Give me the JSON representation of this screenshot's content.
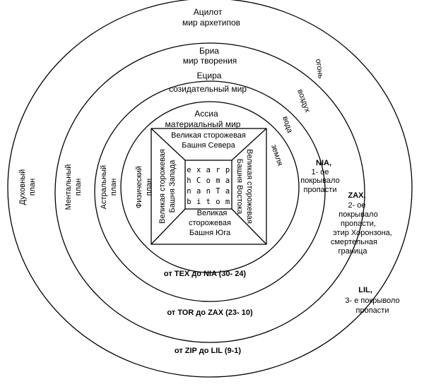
{
  "rings": {
    "atziluth": {
      "title": "Ацилот",
      "subtitle": "мир архетипов",
      "side_label": "огонь",
      "plane": "Духовный план"
    },
    "briah": {
      "title": "Бриа",
      "subtitle": "мир творения",
      "side_label": "воздух",
      "plane": "Ментальный план"
    },
    "yetzirah": {
      "title": "Ецира",
      "subtitle": "созидательный мир",
      "side_label": "вода",
      "plane": "Астральный план"
    },
    "assiah": {
      "title": "Ассиа",
      "subtitle": "материальный мир",
      "side_label": "земля",
      "plane": "Физический план"
    }
  },
  "towers": {
    "north": [
      "Великая сторожевая",
      "Башня Севера"
    ],
    "east": [
      "Великая сторожевая",
      "Башня Востока"
    ],
    "south": [
      "Великая",
      "сторожевая",
      "Башня Юга"
    ],
    "west": [
      "Великая сторожевая",
      "Башня Запада"
    ]
  },
  "center_grid": [
    "e x a r p",
    "h C o m a",
    "n a n T a",
    "b i t o m"
  ],
  "aethyr_ranges": {
    "inner": "от TEX до NIA (30- 24)",
    "middle": "от TOR до ZAX (23- 10)",
    "outer": "от ZIP до LIL (9-1)"
  },
  "veils": {
    "nia": [
      "NIA,",
      "1- ое",
      "покрывало",
      "пропасти"
    ],
    "zax": [
      "ZAX,",
      "2- ое",
      "покрывало",
      "пропасти,",
      "этир Хоронзона,",
      "смертельная",
      "граница"
    ],
    "lil": [
      "LIL,",
      "3- е покрыволо",
      "пропасти"
    ]
  }
}
